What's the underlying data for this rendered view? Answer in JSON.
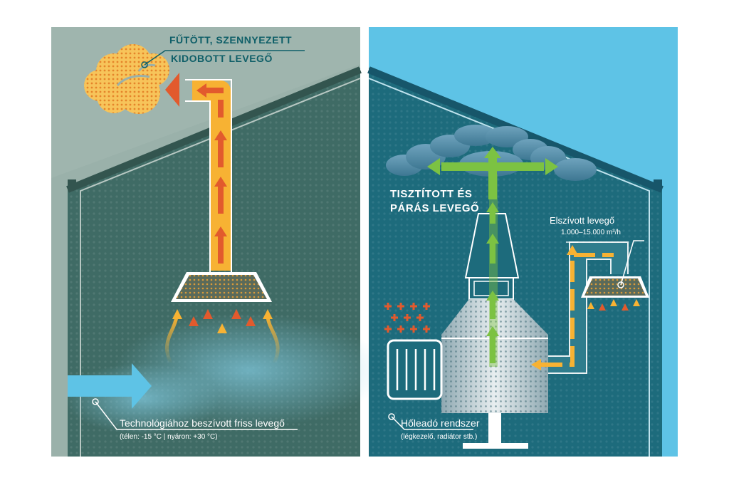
{
  "left_panel": {
    "exhaust_label_line1": "FŰTÖTT, SZENNYEZETT",
    "exhaust_label_line2": "KIDOBOTT LEVEGŐ",
    "intake_label": "Technológiához beszívott friss levegő",
    "intake_sublabel": "(télen: -15 °C | nyáron: +30 °C)"
  },
  "right_panel": {
    "clean_label_line1": "TISZTÍTOTT ÉS",
    "clean_label_line2": "PÁRÁS LEVEGŐ",
    "extract_label": "Elszívott levegő",
    "extract_flow": "1.000–15.000 m³/h",
    "heat_label": "Hőleadó rendszer",
    "heat_sublabel": "(légkezelő, radiátor stb.)"
  },
  "colors": {
    "left_bg": "#9ab1aa",
    "left_house": "#3f6b65",
    "right_bg": "#5ec3e6",
    "right_house": "#1d6b7c",
    "flow_orange": "#f7b233",
    "flow_red": "#e25a2d",
    "flow_green": "#7cc242",
    "accent_blue": "#5ec3e6"
  }
}
